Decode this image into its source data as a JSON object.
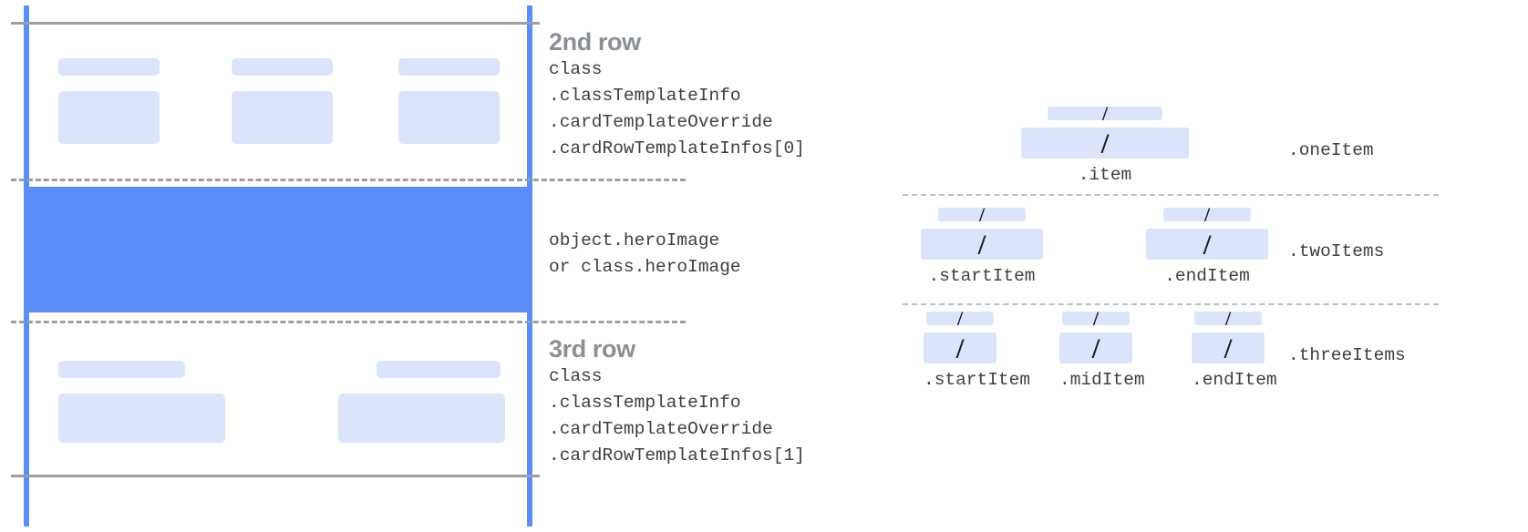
{
  "left_diagram": {
    "name": "card-row-layout-diagram",
    "rows": [
      {
        "title": "2nd row",
        "code": "class\n.classTemplateInfo\n.cardTemplateOverride\n.cardRowTemplateInfos[0]",
        "item_count": 3
      },
      {
        "title": "",
        "code": "object.heroImage\nor class.heroImage",
        "item_count": 0
      },
      {
        "title": "3rd row",
        "code": "class\n.classTemplateInfo\n.cardTemplateOverride\n.cardRowTemplateInfos[1]",
        "item_count": 2
      }
    ]
  },
  "right_diagram": {
    "name": "row-template-variants-diagram",
    "slash_glyph": "/",
    "groups": [
      {
        "label": ".oneItem",
        "items": [
          {
            "caption": ".item"
          }
        ]
      },
      {
        "label": ".twoItems",
        "items": [
          {
            "caption": ".startItem"
          },
          {
            "caption": ".endItem"
          }
        ]
      },
      {
        "label": ".threeItems",
        "items": [
          {
            "caption": ".startItem"
          },
          {
            "caption": ".midItem"
          },
          {
            "caption": ".endItem"
          }
        ]
      }
    ]
  },
  "colors": {
    "accent_blue": "#5b8df6",
    "placeholder_blue": "#dbe4fb",
    "rule_grey": "#9aa0a6",
    "title_grey": "#8b9096",
    "code_grey": "#3c4043"
  }
}
